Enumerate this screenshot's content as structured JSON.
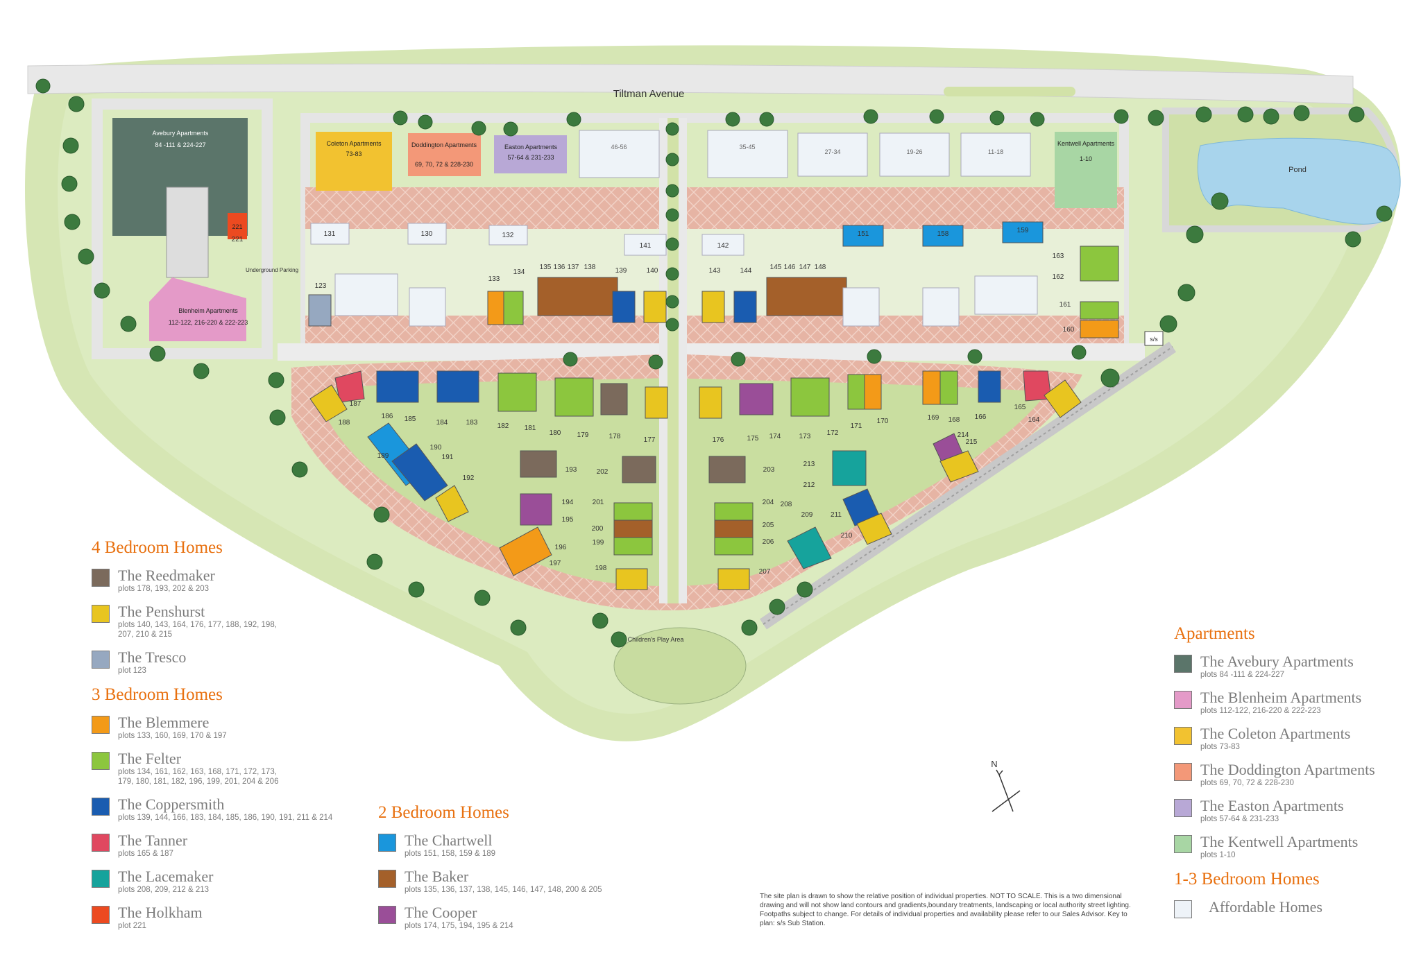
{
  "map": {
    "road_label": "Tiltman Avenue",
    "pond_label": "Pond",
    "underground_parking": "Underground Parking",
    "play_area": "Children's Play Area",
    "substation": "s/s",
    "north": "N",
    "apartments": [
      {
        "name": "Avebury Apartments",
        "plots": "84 -111 & 224-227",
        "color": "#5b756a"
      },
      {
        "name": "Blenheim Apartments",
        "plots": "112-122, 216-220 & 222-223",
        "color": "#e49ac8"
      },
      {
        "name": "Coleton Apartments",
        "plots": "73-83",
        "color": "#f2c230"
      },
      {
        "name": "Doddington Apartments",
        "plots": "69, 70, 72 & 228-230",
        "color": "#f39878"
      },
      {
        "name": "Easton Apartments",
        "plots": "57-64 & 231-233",
        "color": "#b8a8d6"
      },
      {
        "name": "Kentwell Apartments",
        "plots": "1-10",
        "color": "#a8d6a4"
      }
    ],
    "affordable_blocks": [
      "46-56",
      "35-45",
      "27-34",
      "19-26",
      "11-18"
    ],
    "plots": [
      "131",
      "130",
      "132",
      "141",
      "142",
      "151",
      "158",
      "159",
      "163",
      "162",
      "161",
      "160",
      "123",
      "133",
      "134",
      "135",
      "136",
      "137",
      "138",
      "139",
      "140",
      "143",
      "144",
      "145",
      "146",
      "147",
      "148",
      "187",
      "188",
      "186",
      "185",
      "184",
      "183",
      "182",
      "181",
      "180",
      "179",
      "178",
      "177",
      "176",
      "175",
      "174",
      "173",
      "172",
      "171",
      "170",
      "169",
      "168",
      "166",
      "165",
      "164",
      "214",
      "215",
      "189",
      "190",
      "191",
      "192",
      "193",
      "202",
      "203",
      "194",
      "201",
      "204",
      "208",
      "195",
      "200",
      "205",
      "209",
      "211",
      "196",
      "199",
      "206",
      "210",
      "197",
      "198",
      "207",
      "212",
      "213",
      "221"
    ]
  },
  "legend": {
    "four_bed": {
      "heading": "4 Bedroom Homes",
      "items": [
        {
          "name": "The Reedmaker",
          "plots": "plots 178, 193, 202 & 203",
          "color": "#7b6a5c"
        },
        {
          "name": "The Penshurst",
          "plots": "plots 140, 143, 164, 176, 177, 188, 192, 198, 207, 210 & 215",
          "color": "#e8c520"
        },
        {
          "name": "The Tresco",
          "plots": "plot 123",
          "color": "#96a8c0"
        }
      ]
    },
    "three_bed": {
      "heading": "3 Bedroom Homes",
      "items": [
        {
          "name": "The Blemmere",
          "plots": "plots 133, 160, 169, 170 & 197",
          "color": "#f39a18"
        },
        {
          "name": "The Felter",
          "plots": "plots 134, 161, 162, 163, 168, 171, 172, 173, 179, 180, 181, 182, 196, 199, 201, 204 & 206",
          "color": "#8cc63e"
        },
        {
          "name": "The Coppersmith",
          "plots": "plots 139, 144, 166, 183, 184, 185, 186, 190, 191, 211 & 214",
          "color": "#1a5cb0"
        },
        {
          "name": "The Tanner",
          "plots": "plots 165 & 187",
          "color": "#e04860"
        },
        {
          "name": "The Lacemaker",
          "plots": "plots 208, 209, 212 & 213",
          "color": "#16a39c"
        },
        {
          "name": "The Holkham",
          "plots": "plot 221",
          "color": "#ec4a20"
        }
      ]
    },
    "two_bed": {
      "heading": "2 Bedroom Homes",
      "items": [
        {
          "name": "The Chartwell",
          "plots": "plots 151, 158, 159 & 189",
          "color": "#1a96dc"
        },
        {
          "name": "The Baker",
          "plots": "plots 135, 136, 137, 138, 145, 146, 147, 148, 200 & 205",
          "color": "#a4602a"
        },
        {
          "name": "The Cooper",
          "plots": "plots 174, 175, 194, 195 & 214",
          "color": "#9a4e98"
        }
      ]
    },
    "apartments": {
      "heading": "Apartments",
      "items": [
        {
          "name": "The Avebury Apartments",
          "plots": "plots 84 -111 & 224-227",
          "color": "#5b756a"
        },
        {
          "name": "The Blenheim Apartments",
          "plots": "plots 112-122, 216-220 & 222-223",
          "color": "#e49ac8"
        },
        {
          "name": "The Coleton Apartments",
          "plots": "plots 73-83",
          "color": "#f2c230"
        },
        {
          "name": "The Doddington Apartments",
          "plots": "plots 69, 70, 72 & 228-230",
          "color": "#f39878"
        },
        {
          "name": "The Easton Apartments",
          "plots": "plots 57-64 & 231-233",
          "color": "#b8a8d6"
        },
        {
          "name": "The Kentwell Apartments",
          "plots": "plots 1-10",
          "color": "#a8d6a4"
        }
      ]
    },
    "one_three_bed": {
      "heading": "1-3 Bedroom Homes",
      "items": [
        {
          "name": "Affordable Homes",
          "plots": "",
          "color": "#eef3f8"
        }
      ]
    }
  },
  "note": "The site plan is drawn to show the relative position of individual properties. NOT TO SCALE. This is a two dimensional drawing and will not show land contours and gradients,boundary treatments, landscaping or local authority street lighting. Footpaths subject to change. For details of individual properties and availability please refer to our Sales Advisor. Key to plan: s/s Sub Station."
}
